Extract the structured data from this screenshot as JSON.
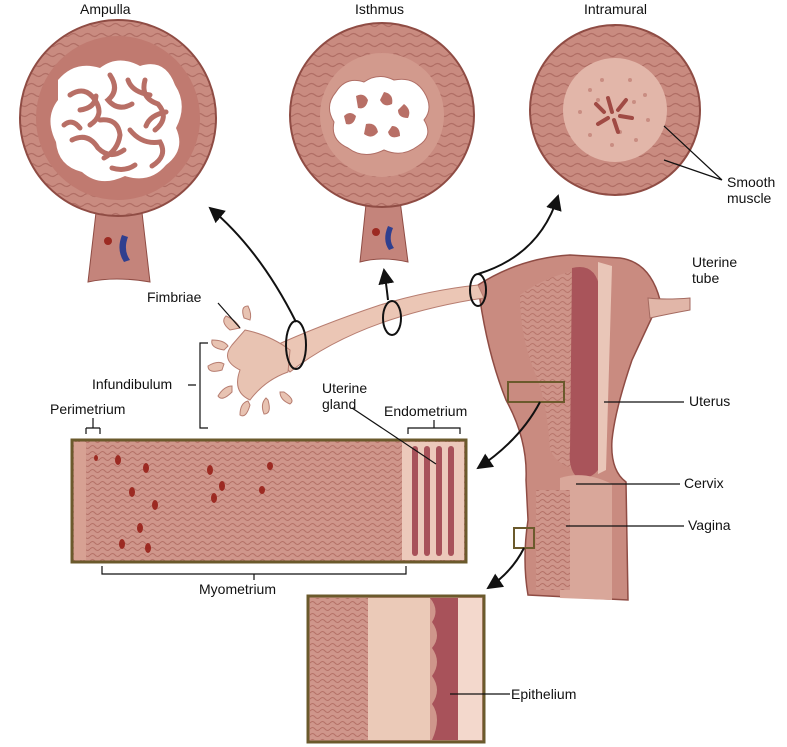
{
  "labels": {
    "ampulla": "Ampulla",
    "isthmus": "Isthmus",
    "intramural": "Intramural",
    "smooth_muscle": "Smooth muscle",
    "uterine_tube": "Uterine tube",
    "fimbriae": "Fimbriae",
    "infundibulum": "Infundibulum",
    "perimetrium": "Perimetrium",
    "uterine_gland": "Uterine gland",
    "endometrium": "Endometrium",
    "uterus": "Uterus",
    "cervix": "Cervix",
    "vagina": "Vagina",
    "myometrium": "Myometrium",
    "epithelium": "Epithelium"
  },
  "colors": {
    "tissue": "#c4847b",
    "tissue_dark": "#a4524b",
    "tissue_light": "#e7c4b6",
    "lumen": "#ffffff",
    "frame": "#6b5a2c",
    "vessel_red": "#9c2a22",
    "vessel_blue": "#2f3f8f",
    "line": "#111111"
  }
}
